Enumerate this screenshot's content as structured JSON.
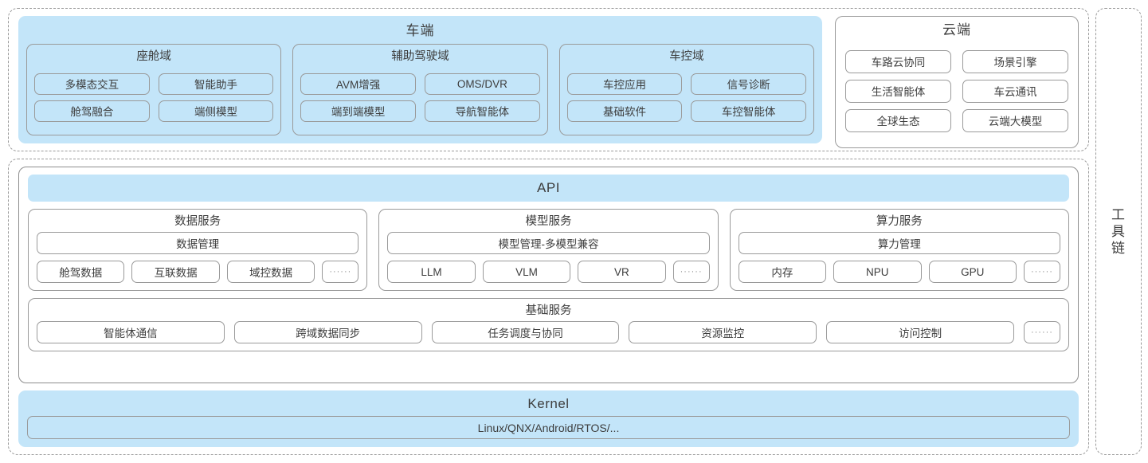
{
  "top_band": {
    "vehicle": {
      "title": "车端",
      "domains": [
        {
          "title": "座舱域",
          "chips": [
            "多模态交互",
            "智能助手",
            "舱驾融合",
            "端侧模型"
          ]
        },
        {
          "title": "辅助驾驶域",
          "chips": [
            "AVM增强",
            "OMS/DVR",
            "端到端模型",
            "导航智能体"
          ]
        },
        {
          "title": "车控域",
          "chips": [
            "车控应用",
            "信号诊断",
            "基础软件",
            "车控智能体"
          ]
        }
      ]
    },
    "cloud": {
      "title": "云端",
      "chips": [
        "车路云协同",
        "场景引擎",
        "生活智能体",
        "车云通讯",
        "全球生态",
        "云端大模型"
      ]
    }
  },
  "platform": {
    "api_label": "API",
    "services": [
      {
        "title": "数据服务",
        "management": "数据管理",
        "items": [
          "舱驾数据",
          "互联数据",
          "域控数据"
        ],
        "ellipsis": "······"
      },
      {
        "title": "模型服务",
        "management": "模型管理-多模型兼容",
        "items": [
          "LLM",
          "VLM",
          "VR"
        ],
        "ellipsis": "······"
      },
      {
        "title": "算力服务",
        "management": "算力管理",
        "items": [
          "内存",
          "NPU",
          "GPU"
        ],
        "ellipsis": "······"
      }
    ],
    "base_services": {
      "title": "基础服务",
      "items": [
        "智能体通信",
        "跨域数据同步",
        "任务调度与协同",
        "资源监控",
        "访问控制"
      ],
      "ellipsis": "······"
    }
  },
  "kernel": {
    "title": "Kernel",
    "os_list": "Linux/QNX/Android/RTOS/..."
  },
  "toolchain": {
    "label": "工\n具\n链"
  },
  "colors": {
    "accent_blue": "#c3e5f9",
    "border_gray": "#9a9a9a",
    "dashed_gray": "#9a9a9a",
    "text": "#3d3d3d",
    "background": "#ffffff"
  }
}
